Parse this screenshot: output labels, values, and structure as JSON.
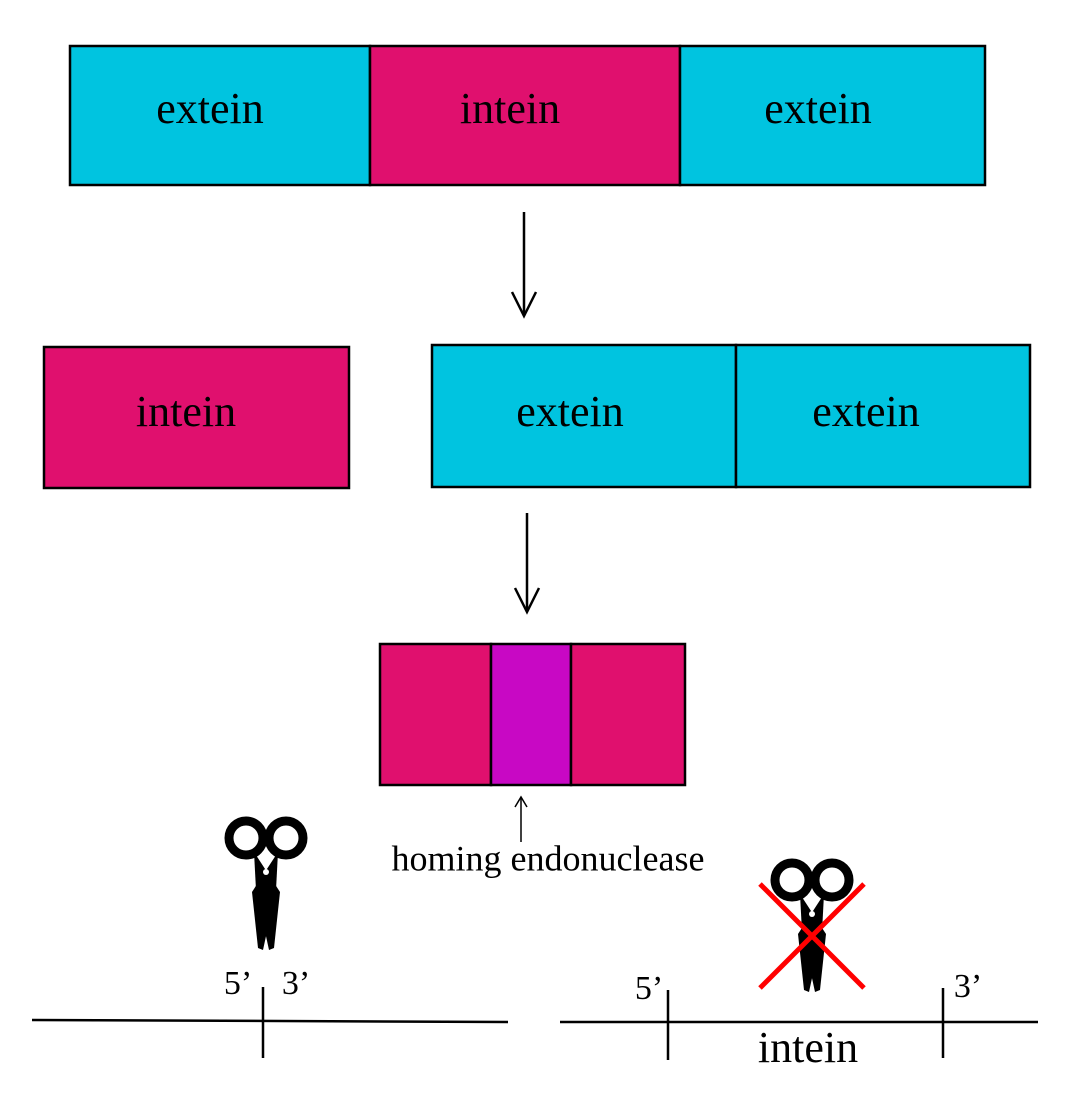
{
  "colors": {
    "extein": "#00C4E0",
    "intein": "#E0106E",
    "homing_endonuclease": "#C808C4",
    "cross": "#FF0000",
    "outline": "#000000"
  },
  "row1": {
    "segments": [
      "extein",
      "intein",
      "extein"
    ]
  },
  "row2": {
    "intein_label": "intein",
    "ligated": [
      "extein",
      "extein"
    ]
  },
  "row3": {
    "domain_label": "homing endonuclease"
  },
  "left_site": {
    "five_prime": "5’",
    "three_prime": "3’",
    "icon": "scissors-icon"
  },
  "right_site": {
    "five_prime": "5’",
    "three_prime": "3’",
    "insert_label": "intein",
    "icon": "scissors-crossed-icon"
  }
}
